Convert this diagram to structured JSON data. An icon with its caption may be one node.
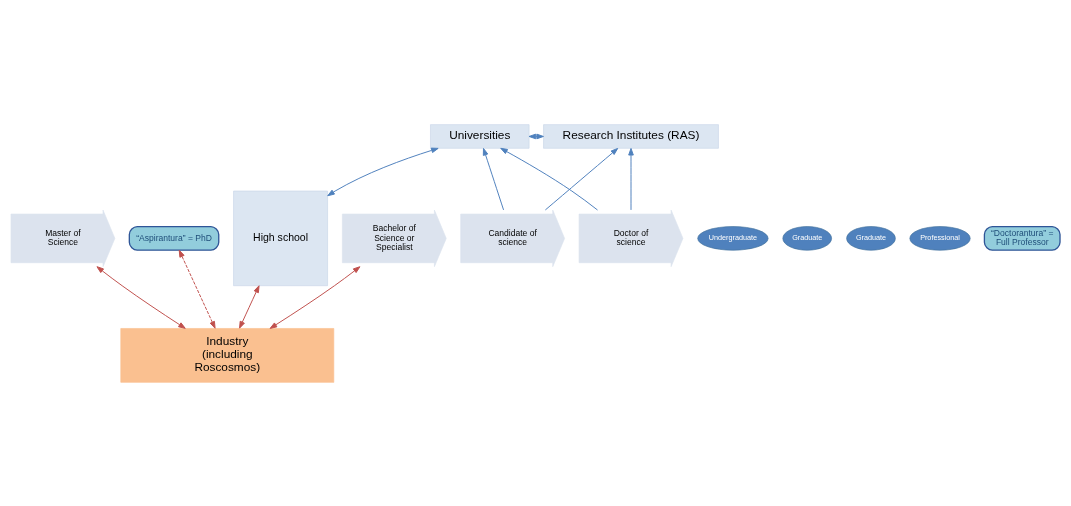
{
  "diagram": {
    "nodes": [
      {
        "text": [
          "Universities"
        ]
      },
      {
        "text": [
          "Research Institutes (RAS)"
        ]
      },
      {
        "text": [
          "High school"
        ]
      },
      {
        "text": [
          "Undergraduate"
        ]
      },
      {
        "text": [
          "Bachelor of Science or Specialist"
        ]
      },
      {
        "text": [
          "Graduate"
        ]
      },
      {
        "text": [
          "Master of Science"
        ]
      },
      {
        "text": [
          "Graduate"
        ]
      },
      {
        "text": [
          "Candidate of science"
        ]
      },
      {
        "text": [
          "“Aspirantura” = PhD"
        ]
      },
      {
        "text": [
          "Professional"
        ]
      },
      {
        "text": [
          "Doctor of science"
        ]
      },
      {
        "text": [
          "“Doctorantura” = Full Professor"
        ]
      },
      {
        "text": [
          "Industry (including Roscosmos)"
        ]
      }
    ],
    "edges": [
      {
        "from": 0,
        "to": 1,
        "arrow": "both"
      },
      {
        "from": 2,
        "to": 0,
        "arrow": "both"
      },
      {
        "from": 8,
        "to": 0,
        "arrow": "to"
      },
      {
        "from": 8,
        "to": 1,
        "arrow": "to"
      },
      {
        "from": 11,
        "to": 0,
        "arrow": "to"
      },
      {
        "from": 11,
        "to": 1,
        "arrow": "to"
      },
      {
        "from": 2,
        "to": 13,
        "arrow": "both",
        "color": "#c0504d"
      },
      {
        "from": 4,
        "to": 13,
        "arrow": "both",
        "color": "#c0504d"
      },
      {
        "from": 6,
        "to": 13,
        "arrow": "both",
        "color": "#c0504d"
      },
      {
        "from": 9,
        "to": 13,
        "arrow": "both",
        "style": "dashed",
        "color": "#c0504d"
      }
    ]
  }
}
